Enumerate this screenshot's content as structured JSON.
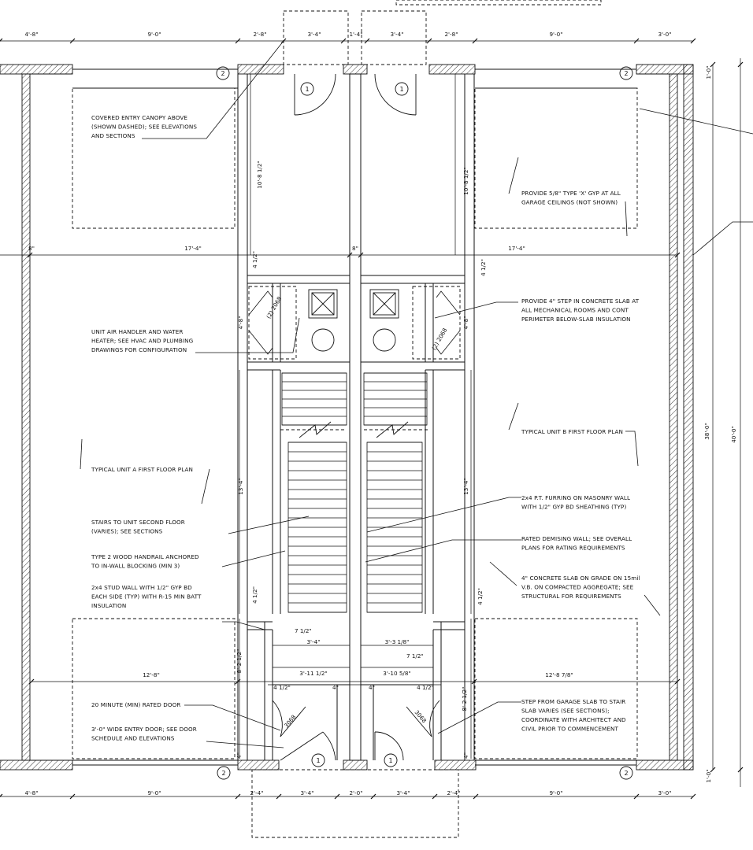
{
  "dims": {
    "top_run": [
      "4'-8\"",
      "9'-0\"",
      "2'-8\"",
      "3'-4\"",
      "1'-4\"",
      "3'-4\"",
      "2'-8\"",
      "9'-0\"",
      "3'-0\""
    ],
    "bottom_run": [
      "4'-8\"",
      "9'-0\"",
      "2'-4\"",
      "3'-4\"",
      "2'-0\"",
      "3'-4\"",
      "2'-4\"",
      "9'-0\"",
      "3'-0\""
    ],
    "unit_width_left": "17'-4\"",
    "unit_width_right": "17'-4\"",
    "wall_left": "8\"",
    "wall_center": "8\"",
    "garage_depth_left": "10'-8 1/2\"",
    "garage_depth_right": "10'-8 1/2\"",
    "mech_top_left": "4 1/2\"",
    "mech_top_right": "4 1/2\"",
    "mech_left": "4'-8\"",
    "mech_right": "4'-8\"",
    "stair_left": "13'-4\"",
    "stair_right": "13'-4\"",
    "stair_bottom_left": "4 1/2\"",
    "stair_bottom_right": "4 1/2\"",
    "landing_left_7": "7 1/2\"",
    "landing_left_w": "3'-4\"",
    "landing_right_w": "3'-3 1/8\"",
    "landing_right_7": "7 1/2\"",
    "vest_left": "3'-11 1/2\"",
    "vest_right": "3'-10 5/8\"",
    "vest_left_412": "4 1/2\"",
    "vest_left_4": "4\"",
    "vest_right_4": "4\"",
    "vest_right_412": "4 1/2\"",
    "lower_left": "12'-8\"",
    "lower_right": "12'-8 7/8\"",
    "lower_v_left": "8'-2 1/2\"",
    "lower_v_right": "8'-2 1/2\"",
    "bot_v_left": "4\"",
    "bot_v_right": "4\"",
    "overall_inner": "38'-0\"",
    "overall_outer": "40'-0\"",
    "right_top": "1'-0\"",
    "right_bottom": "1'-0\""
  },
  "notes": {
    "canopy": [
      "COVERED ENTRY CANOPY ABOVE",
      "(SHOWN DASHED); SEE ELEVATIONS",
      "AND SECTIONS"
    ],
    "gyp": [
      "PROVIDE 5/8\" TYPE 'X' GYP AT ALL",
      "GARAGE CEILINGS (NOT SHOWN)"
    ],
    "step": [
      "PROVIDE 4\" STEP IN CONCRETE SLAB AT",
      "ALL MECHANICAL ROOMS AND CONT",
      "PERIMETER BELOW-SLAB INSULATION"
    ],
    "air": [
      "UNIT AIR HANDLER AND WATER",
      "HEATER; SEE HVAC AND PLUMBING",
      "DRAWINGS FOR CONFIGURATION"
    ],
    "unit_b": "TYPICAL UNIT B FIRST FLOOR PLAN",
    "unit_a": "TYPICAL UNIT A FIRST FLOOR PLAN",
    "furring": [
      "2x4 P.T. FURRING ON MASONRY WALL",
      "WITH 1/2\" GYP BD SHEATHING (TYP)"
    ],
    "stairs": [
      "STAIRS TO UNIT SECOND FLOOR",
      "(VARIES); SEE SECTIONS"
    ],
    "demising": [
      "RATED DEMISING WALL; SEE OVERALL",
      "PLANS FOR RATING REQUIREMENTS"
    ],
    "handrail": [
      "TYPE 2 WOOD HANDRAIL ANCHORED",
      "TO IN-WALL BLOCKING (MIN 3)"
    ],
    "slab": [
      "4\" CONCRETE SLAB ON GRADE ON 15mil",
      "V.B. ON COMPACTED AGGREGATE; SEE",
      "STRUCTURAL FOR REQUIREMENTS"
    ],
    "studwall": [
      "2x4 STUD WALL WITH 1/2\" GYP BD",
      "EACH SIDE (TYP) WITH R-15 MIN BATT",
      "INSULATION"
    ],
    "rated_door": "20 MINUTE (MIN) RATED DOOR",
    "garage_step": [
      "STEP FROM GARAGE SLAB TO STAIR",
      "SLAB VARIES (SEE SECTIONS);",
      "COORDINATE WITH ARCHITECT AND",
      "CIVIL PRIOR TO COMMENCEMENT"
    ],
    "entry_door": [
      "3'-0\" WIDE ENTRY DOOR; SEE DOOR",
      "SCHEDULE AND ELEVATIONS"
    ]
  },
  "tags": {
    "door_type": "1",
    "window_type": "2",
    "door_size": "3068",
    "closet_door": "(2) 2068"
  }
}
